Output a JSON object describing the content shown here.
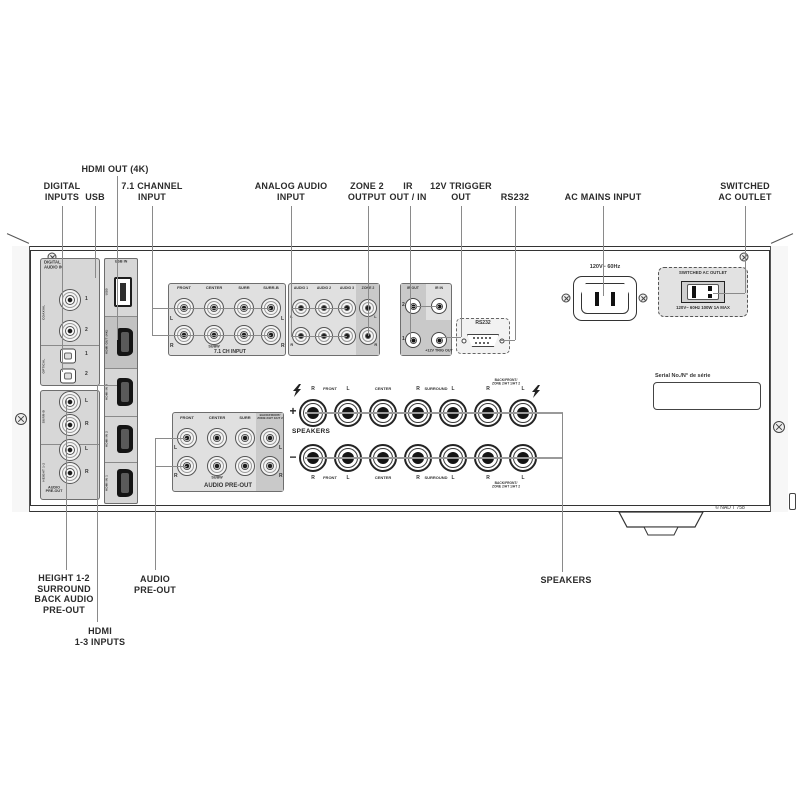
{
  "product": {
    "copyright": "© NAD T 758",
    "serial_label": "Serial No./N° de série"
  },
  "callouts_top": {
    "digital": "DIGITAL\nINPUTS",
    "usb": "USB",
    "hdmi_out": "HDMI OUT (4K)",
    "ch71": "7.1 CHANNEL\nINPUT",
    "analog": "ANALOG AUDIO\nINPUT",
    "zone2": "ZONE 2\nOUTPUT",
    "ir": "IR\nOUT / IN",
    "trigger": "12V TRIGGER\nOUT",
    "rs232": "RS232",
    "ac": "AC MAINS INPUT",
    "switched": "SWITCHED\nAC OUTLET"
  },
  "callouts_bottom": {
    "height": "HEIGHT 1-2\nSURROUND\nBACK AUDIO\nPRE-OUT",
    "hdmi_in": "HDMI\n1-3 INPUTS",
    "preout": "AUDIO\nPRE-OUT",
    "speakers": "SPEAKERS"
  },
  "digital_block": {
    "title": "DIGITAL\nAUDIO IN",
    "coaxial": "COAXIAL",
    "optical": "OPTICAL",
    "n1": "1",
    "n2": "2"
  },
  "preout_left": {
    "surr_b": "SURR-B",
    "height": "HEIGHT 1-2",
    "l": "L",
    "r": "R",
    "caption": "AUDIO\nPRE-OUT"
  },
  "ports": {
    "usb_in": "USB IN",
    "usb": "USB",
    "hdmi_out": "HDMI OUT (4K)",
    "hdmi3": "HDMI IN 3",
    "hdmi2": "HDMI IN 2",
    "hdmi1": "HDMI IN 1"
  },
  "ch71": {
    "headers": [
      "FRONT",
      "CENTER",
      "SURR",
      "SURR-B"
    ],
    "l": "L",
    "r": "R",
    "subw": "SUBW",
    "caption": "7.1 CH INPUT"
  },
  "analog": {
    "headers": [
      "AUDIO 1",
      "AUDIO 2",
      "AUDIO 3",
      "ZONE 2"
    ],
    "l": "L",
    "r": "R"
  },
  "ir": {
    "out": "IR OUT",
    "in": "IR IN",
    "n2": "2",
    "n1": "1",
    "trigger": "+12V TRIG OUT"
  },
  "rs232": {
    "label": "RS232"
  },
  "ac": {
    "rating": "120V~ 60Hz"
  },
  "outlet": {
    "title": "SWITCHED AC OUTLET",
    "rating": "120V~ 60Hz 100W 1A MAX"
  },
  "speakers": {
    "plus": "+",
    "minus": "−",
    "title": "SPEAKERS",
    "front_r": "R",
    "front": "FRONT",
    "front_l": "L",
    "center": "CENTER",
    "surr_r": "R",
    "surround": "SURROUND",
    "surr_l": "L",
    "back_r": "R",
    "back": "BACK/FRONT/\nZONE 2/HT 1/HT 2",
    "back_l": "L"
  },
  "preout": {
    "headers": [
      "FRONT",
      "CENTER",
      "SURR",
      "BACK/FRONT/\nZONE 2/HT 1/HT 2"
    ],
    "l": "L",
    "r": "R",
    "subw": "SUBW",
    "caption": "AUDIO PRE-OUT"
  }
}
